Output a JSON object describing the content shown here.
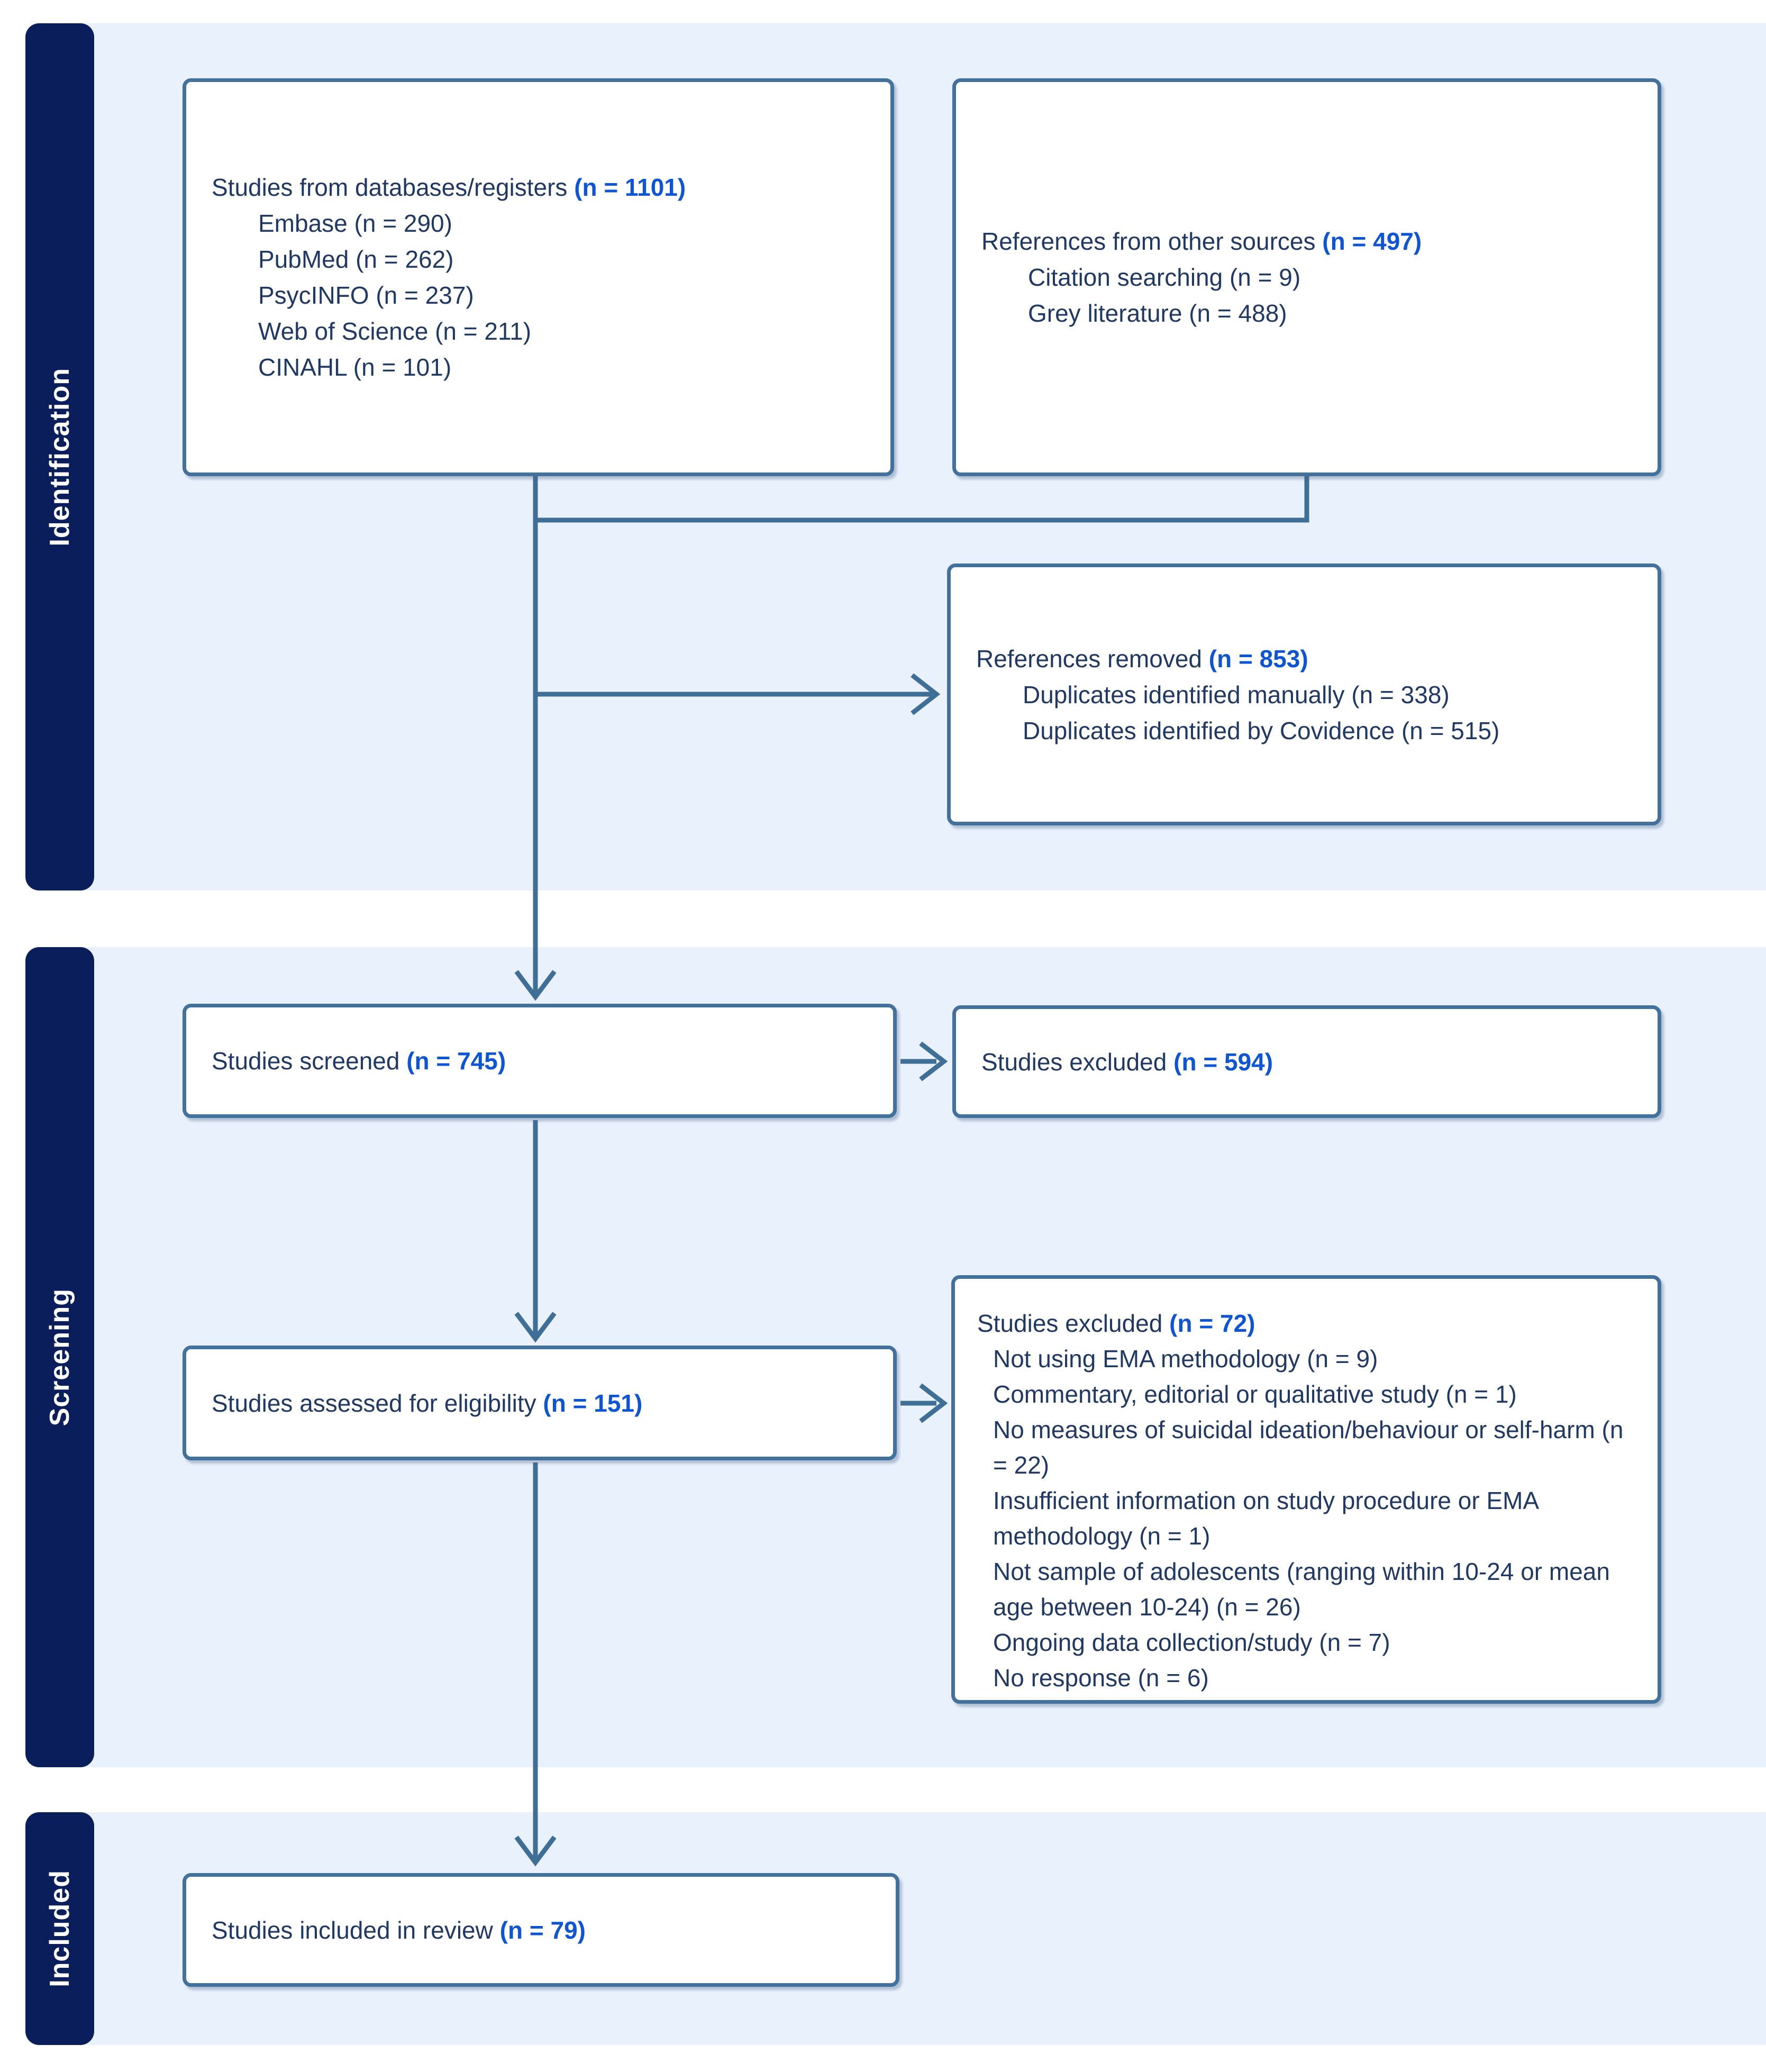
{
  "colors": {
    "sidebar_navy": "#0a1e5b",
    "band_light_blue": "#e9f1fc",
    "box_border_steel_blue": "#41719c",
    "connector_blue": "#3f6e96",
    "text_dark_navy": "#203864",
    "count_accent_blue": "#0d54d6"
  },
  "sidebar": {
    "identification": "Identification",
    "screening": "Screening",
    "included": "Included"
  },
  "boxes": {
    "databases": {
      "title": "Studies from databases/registers",
      "count": "(n = 1101)",
      "items": [
        "Embase (n = 290)",
        "PubMed (n = 262)",
        "PsycINFO (n = 237)",
        "Web of Science (n = 211)",
        "CINAHL (n = 101)"
      ]
    },
    "other_sources": {
      "title": "References from other sources",
      "count": "(n = 497)",
      "items": [
        "Citation searching (n = 9)",
        "Grey literature (n = 488)"
      ]
    },
    "references_removed": {
      "title": "References removed",
      "count": "(n = 853)",
      "items": [
        "Duplicates identified manually (n = 338)",
        "Duplicates identified by Covidence (n = 515)"
      ]
    },
    "screened": {
      "title": "Studies screened",
      "count": "(n = 745)"
    },
    "excluded_screening": {
      "title": "Studies excluded",
      "count": "(n = 594)"
    },
    "assessed": {
      "title": "Studies assessed for eligibility",
      "count": "(n = 151)"
    },
    "excluded_eligibility": {
      "title": "Studies excluded",
      "count": "(n = 72)",
      "items": [
        "Not using EMA methodology (n = 9)",
        "Commentary, editorial or qualitative study (n = 1)",
        "No measures of suicidal ideation/behaviour or self-harm (n = 22)",
        "Insufficient information on study procedure or EMA methodology (n = 1)",
        "Not sample of adolescents (ranging within 10-24 or mean age between 10-24) (n = 26)",
        "Ongoing data collection/study (n = 7)",
        "No response (n = 6)"
      ]
    },
    "included": {
      "title": "Studies included in review",
      "count": "(n = 79)"
    }
  }
}
